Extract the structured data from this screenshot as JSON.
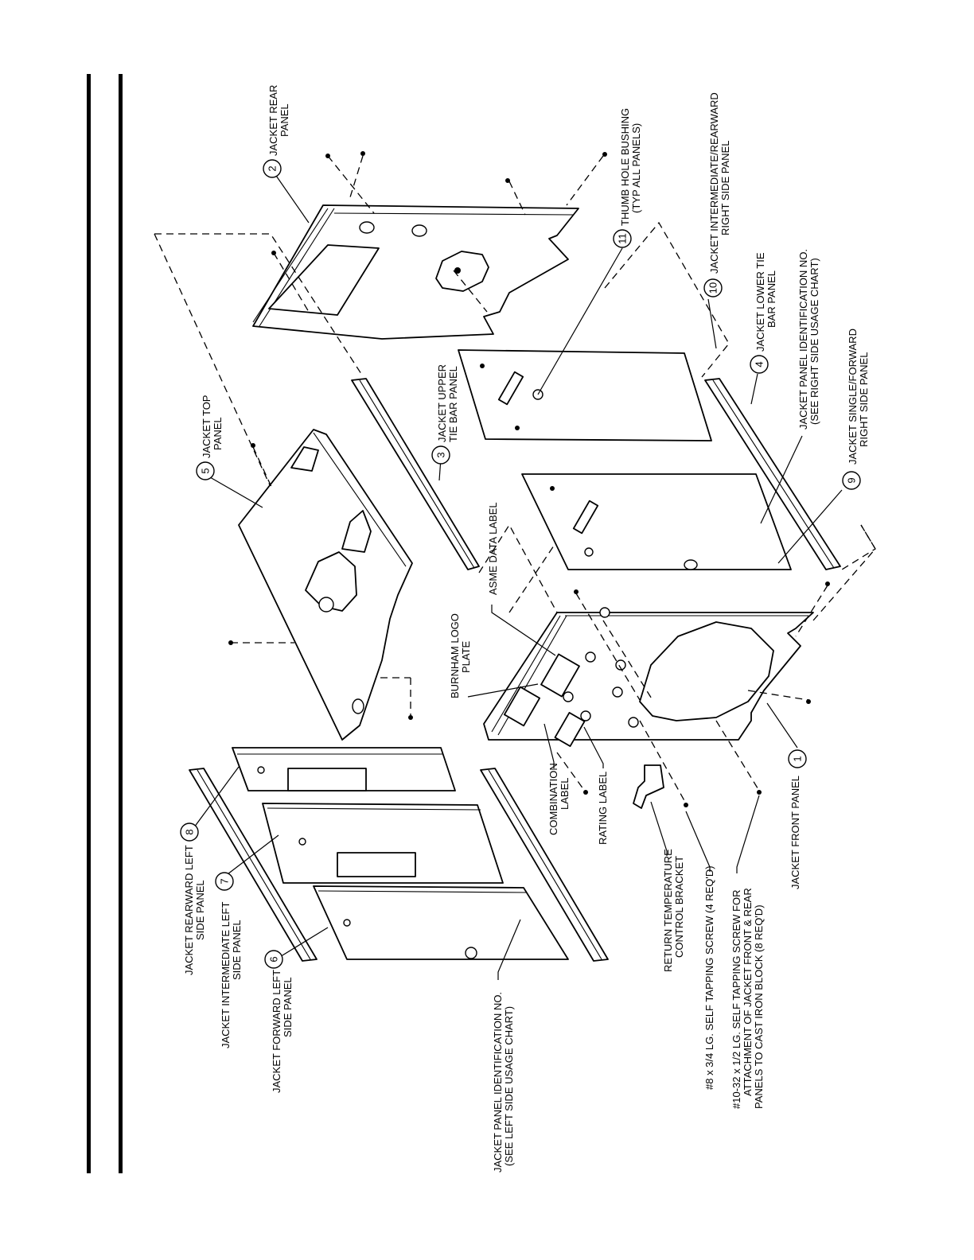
{
  "labels": {
    "l1": "JACKET FRONT PANEL",
    "l2a": "JACKET REAR",
    "l2b": "PANEL",
    "l3a": "JACKET UPPER",
    "l3b": "TIE BAR PANEL",
    "l4a": "JACKET LOWER TIE",
    "l4b": "BAR PANEL",
    "l5a": "JACKET TOP",
    "l5b": "PANEL",
    "l6a": "JACKET FORWARD LEFT",
    "l6b": "SIDE PANEL",
    "l7a": "JACKET INTERMEDIATE LEFT",
    "l7b": "SIDE PANEL",
    "l8a": "JACKET REARWARD LEFT",
    "l8b": "SIDE PANEL",
    "l9a": "JACKET SINGLE/FORWARD",
    "l9b": "RIGHT SIDE PANEL",
    "l10a": "JACKET INTERMEDIATE/REARWARD",
    "l10b": "RIGHT SIDE PANEL",
    "l11a": "THUMB HOLE BUSHING",
    "l11b": "(TYP ALL PANELS)",
    "asme": "ASME DATA LABEL",
    "burnham_a": "BURNHAM LOGO",
    "burnham_b": "PLATE",
    "combination_a": "COMBINATION",
    "combination_b": "LABEL",
    "rating": "RATING LABEL",
    "return_a": "RETURN TEMPERATURE",
    "return_b": "CONTROL BRACKET",
    "screw8": "#8 x 3/4 LG. SELF TAPPING SCREW (4 REQ'D)",
    "screw10a": "#10-32 x 1/2 LG. SELF TAPPING SCREW FOR",
    "screw10b": "ATTACHMENT OF JACKET FRONT & REAR",
    "screw10c": "PANELS TO CAST IRON BLOCK (8 REQ'D)",
    "id_left_a": "JACKET PANEL IDENTIFICATION NO.",
    "id_left_b": "(SEE LEFT SIDE USAGE CHART)",
    "id_right_a": "JACKET PANEL IDENTIFICATION NO.",
    "id_right_b": "(SEE RIGHT SIDE USAGE CHART)"
  },
  "callouts": {
    "n1": "1",
    "n2": "2",
    "n3": "3",
    "n4": "4",
    "n5": "5",
    "n6": "6",
    "n7": "7",
    "n8": "8",
    "n9": "9",
    "n10": "10",
    "n11": "11"
  }
}
